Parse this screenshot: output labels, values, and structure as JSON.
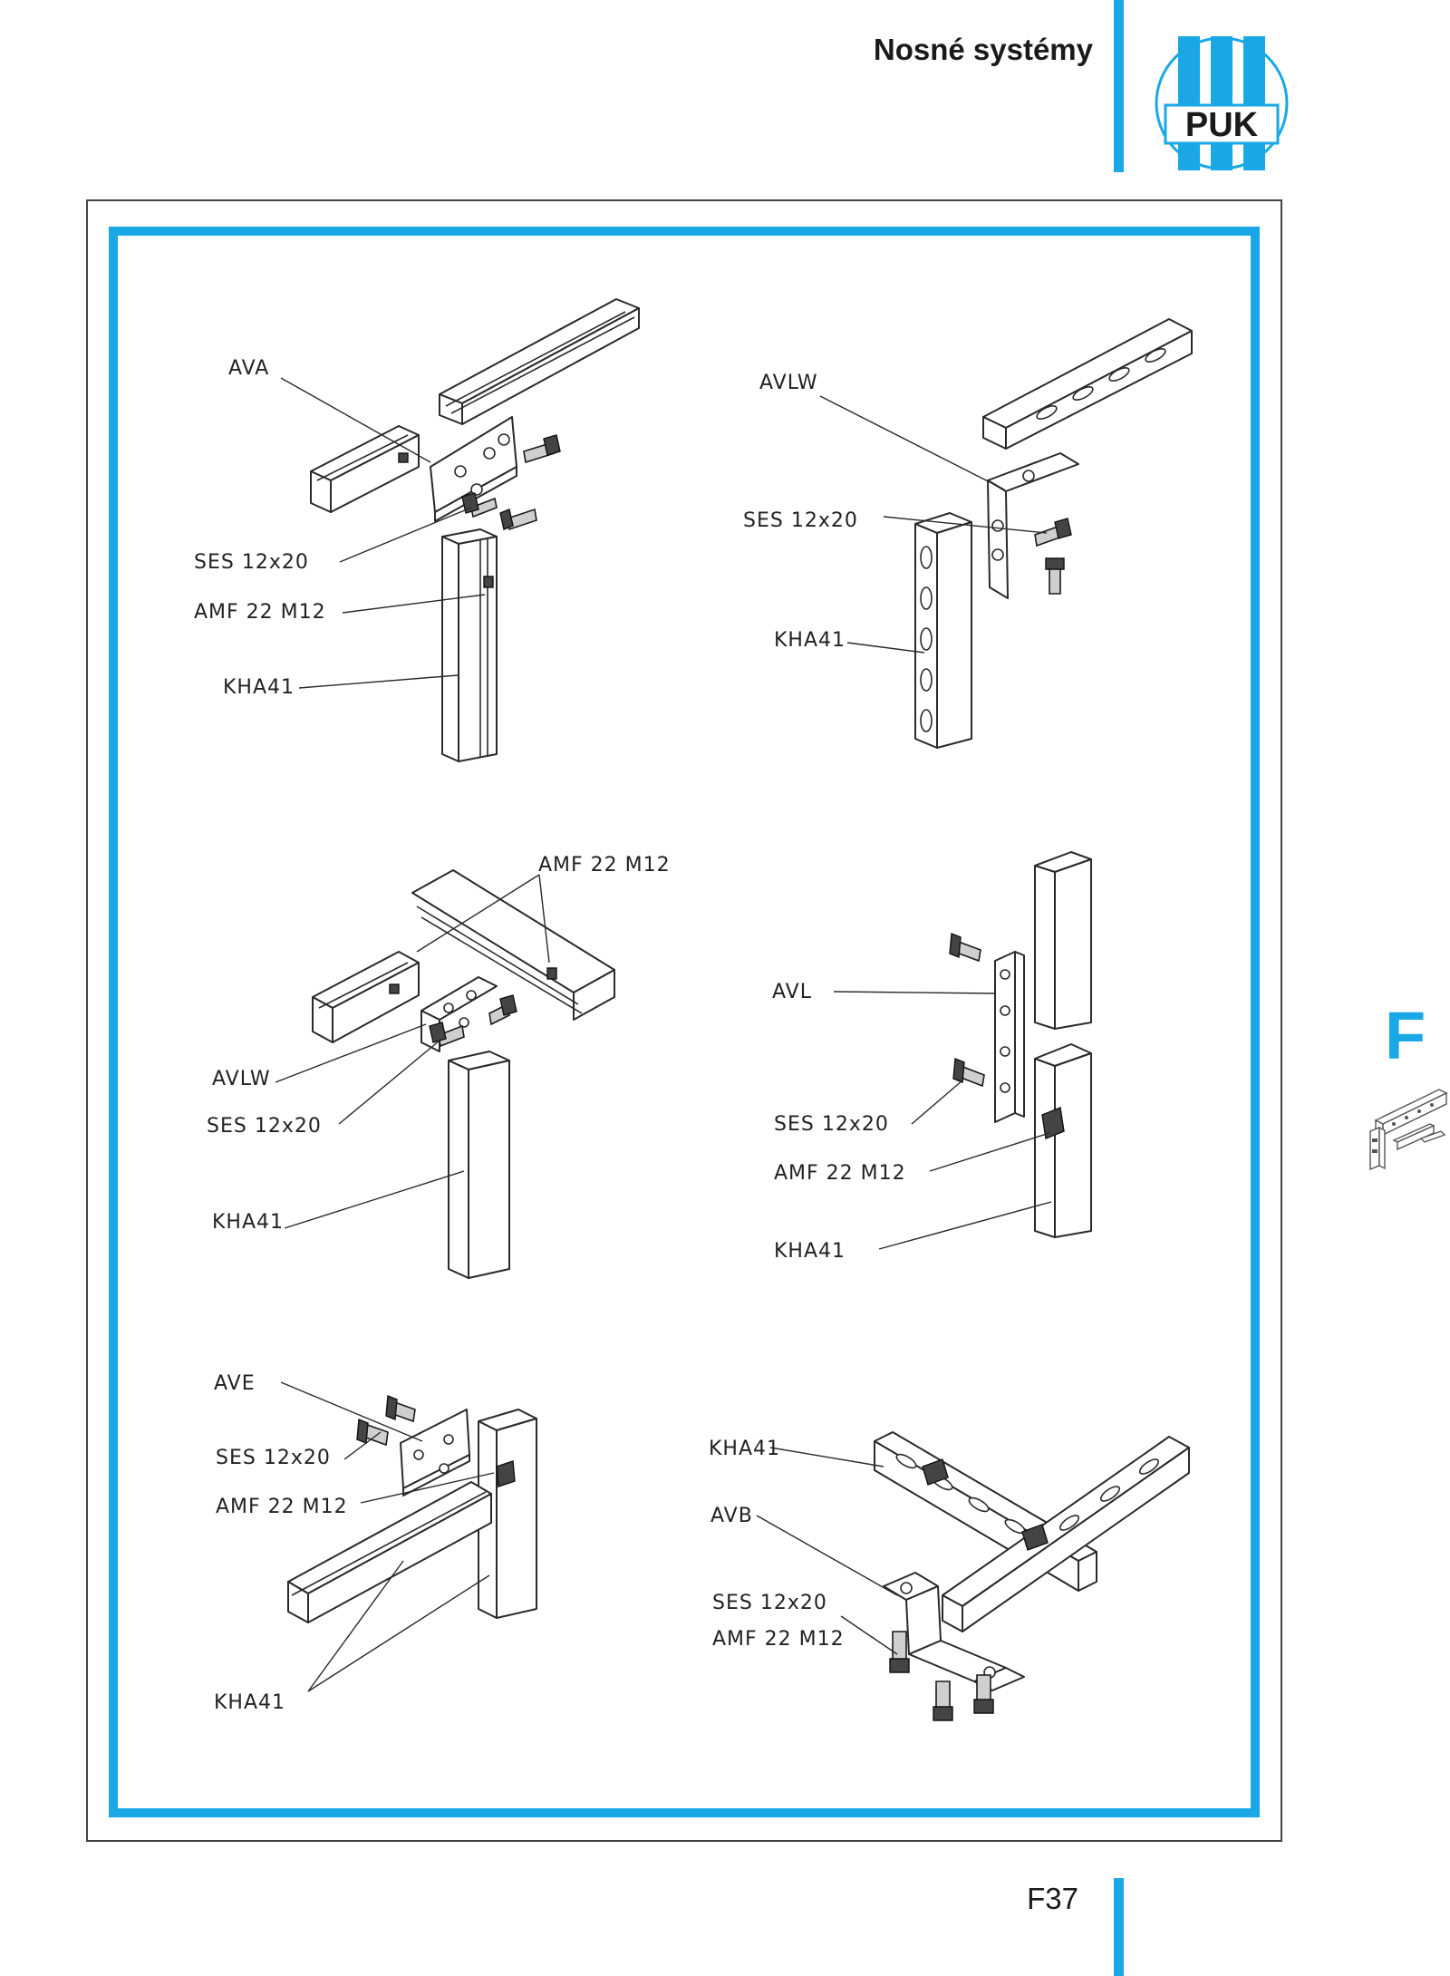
{
  "header": {
    "title": "Nosné systémy",
    "logo_text": "PUK",
    "accent_color": "#1aa7e6"
  },
  "section_letter": "F",
  "footer": {
    "page_number": "F37"
  },
  "figures": {
    "fig1": {
      "labels": [
        "AVA",
        "SES 12x20",
        "AMF 22 M12",
        "KHA41"
      ]
    },
    "fig2": {
      "labels": [
        "AVLW",
        "SES 12x20",
        "KHA41"
      ]
    },
    "fig3": {
      "labels": [
        "AMF 22 M12",
        "AVLW",
        "SES 12x20",
        "KHA41"
      ]
    },
    "fig4": {
      "labels": [
        "AVL",
        "SES 12x20",
        "AMF 22 M12",
        "KHA41"
      ]
    },
    "fig5": {
      "labels": [
        "AVE",
        "SES 12x20",
        "AMF 22 M12",
        "KHA41"
      ]
    },
    "fig6": {
      "labels": [
        "KHA41",
        "AVB",
        "SES 12x20",
        "AMF 22 M12"
      ]
    }
  }
}
